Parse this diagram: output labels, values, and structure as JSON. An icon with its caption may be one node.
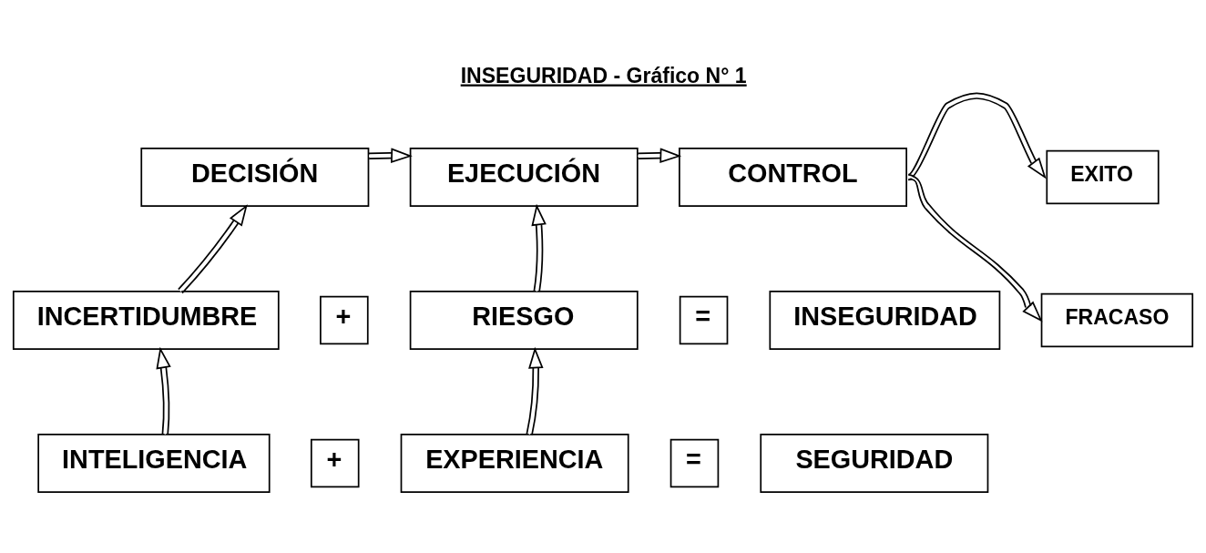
{
  "diagram": {
    "title": "INSEGURIDAD - Gráfico N° 1",
    "nodes": [
      {
        "text": [
          "DECISIÓN"
        ]
      },
      {
        "text": [
          "EJECUCIÓN"
        ]
      },
      {
        "text": [
          "CONTROL"
        ]
      },
      {
        "text": [
          "EXITO"
        ]
      },
      {
        "text": [
          "FRACASO"
        ]
      },
      {
        "text": [
          "INCERTIDUMBRE"
        ]
      },
      {
        "text": [
          "+"
        ]
      },
      {
        "text": [
          "RIESGO"
        ]
      },
      {
        "text": [
          "="
        ]
      },
      {
        "text": [
          "INSEGURIDAD"
        ]
      },
      {
        "text": [
          "INTELIGENCIA"
        ]
      },
      {
        "text": [
          "+"
        ]
      },
      {
        "text": [
          "EXPERIENCIA"
        ]
      },
      {
        "text": [
          "="
        ]
      },
      {
        "text": [
          "SEGURIDAD"
        ]
      }
    ],
    "edges": [
      {
        "from": 0,
        "to": 1,
        "arrow": "to"
      },
      {
        "from": 1,
        "to": 2,
        "arrow": "to"
      },
      {
        "from": 2,
        "to": 3,
        "arrow": "to"
      },
      {
        "from": 2,
        "to": 4,
        "arrow": "to"
      },
      {
        "from": 5,
        "to": 0,
        "arrow": "to"
      },
      {
        "from": 7,
        "to": 1,
        "arrow": "to"
      },
      {
        "from": 10,
        "to": 5,
        "arrow": "to"
      },
      {
        "from": 12,
        "to": 7,
        "arrow": "to"
      }
    ]
  }
}
